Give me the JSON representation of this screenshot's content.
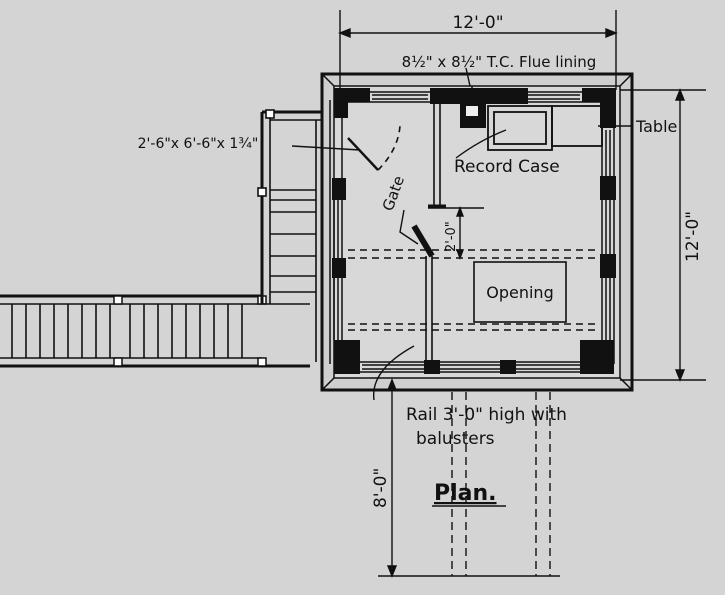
{
  "drawing": {
    "title": "Plan.",
    "dimensions": {
      "overall_width": "12'-0\"",
      "overall_depth": "12'-0\"",
      "stair_run": "8'-0\"",
      "gate_offset": "2'-0\""
    },
    "labels": {
      "flue": "8½\" x 8½\" T.C. Flue lining",
      "door": "2'-6\"x 6'-6\"x 1¾\"",
      "table": "Table",
      "record_case": "Record Case",
      "gate": "Gate",
      "opening": "Opening",
      "rail_line1": "Rail 3'-0\" high with",
      "rail_line2": "balusters"
    },
    "colors": {
      "paper": "#d4d4d4",
      "ink": "#111111",
      "wall_fill": "#cfcfcf"
    }
  }
}
